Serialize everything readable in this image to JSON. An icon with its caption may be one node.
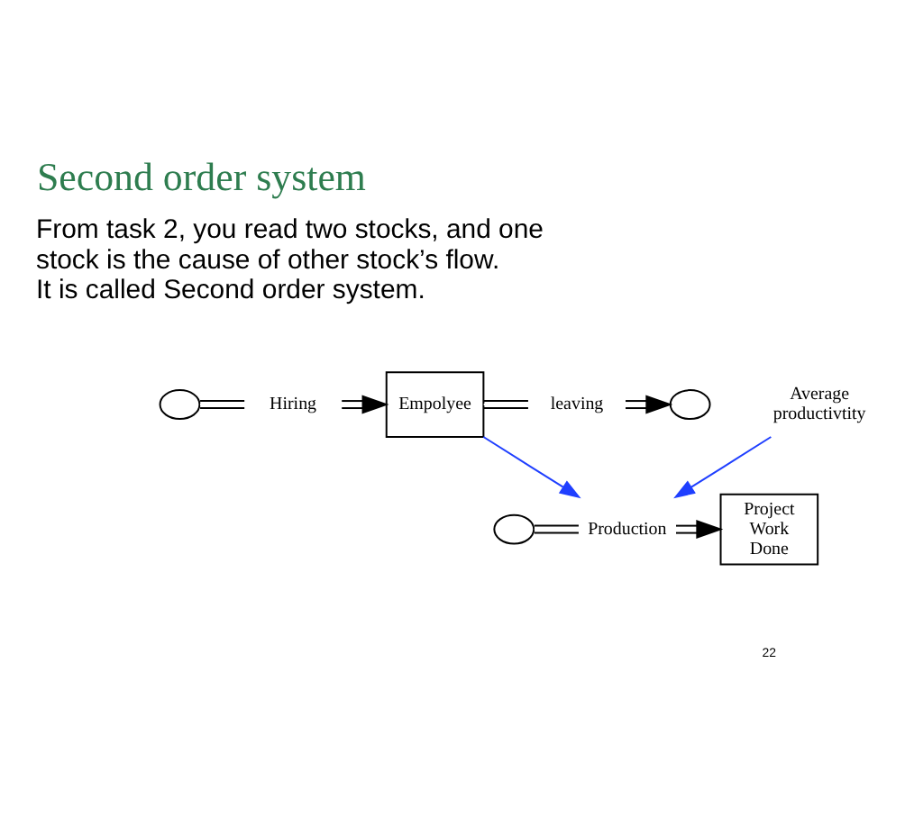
{
  "diagram": {
    "title": "Second order system",
    "nodes": [
      {
        "text": [],
        "shape": "cloud"
      },
      {
        "text": [
          "Hiring"
        ]
      },
      {
        "text": [
          "Empolyee"
        ]
      },
      {
        "text": [
          "leaving"
        ]
      },
      {
        "text": [],
        "shape": "cloud"
      },
      {
        "text": [
          "Average productivtity"
        ]
      },
      {
        "text": [],
        "shape": "cloud"
      },
      {
        "text": [
          "Production"
        ]
      },
      {
        "text": [
          "Project Work Done"
        ]
      }
    ],
    "edges": [
      {
        "from": 0,
        "to": 1,
        "arrow": "none"
      },
      {
        "from": 1,
        "to": 2,
        "arrow": "to"
      },
      {
        "from": 2,
        "to": 3,
        "arrow": "none"
      },
      {
        "from": 3,
        "to": 4,
        "arrow": "to"
      },
      {
        "from": 5,
        "to": 7,
        "arrow": "to",
        "color": "#1f3fff"
      },
      {
        "from": 2,
        "to": 7,
        "arrow": "to",
        "color": "#1f3fff"
      },
      {
        "from": 6,
        "to": 7,
        "arrow": "none"
      },
      {
        "from": 7,
        "to": 8,
        "arrow": "to"
      }
    ],
    "labels": [
      "From task 2, you read two stocks, and one stock is the cause of other stock’s flow.  It is called Second order system.",
      "22"
    ]
  }
}
